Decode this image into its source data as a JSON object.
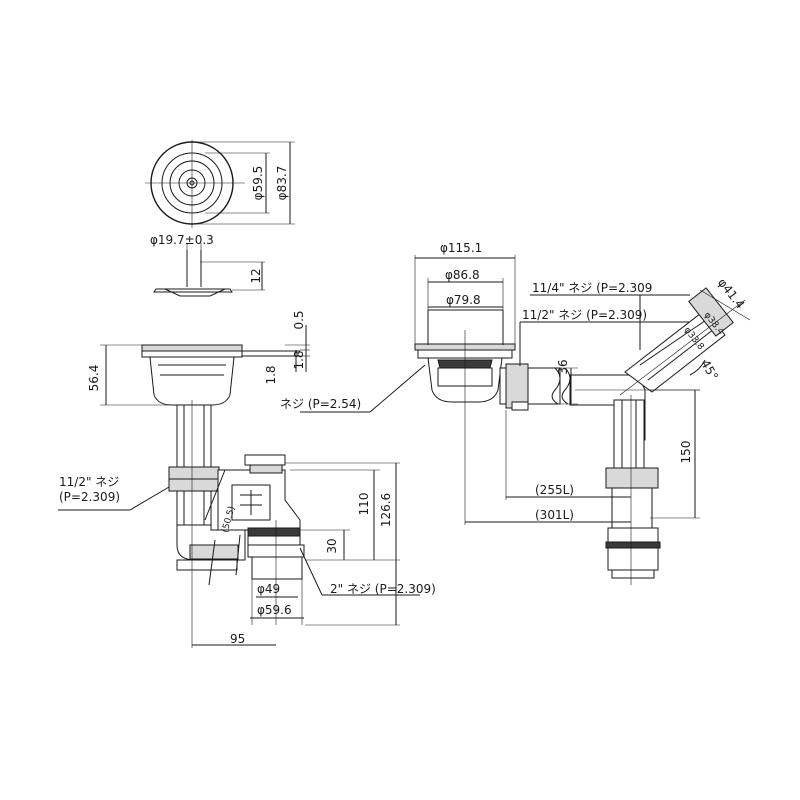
{
  "dimensions": {
    "phi_59_5": "φ59.5",
    "phi_83_7": "φ83.7",
    "phi_19_7": "φ19.7±0.3",
    "d_12": "12",
    "d_0_5": "0.5",
    "d_1_8a": "1.8",
    "d_1_8b": "1.8",
    "d_56_4": "56.4",
    "d_110": "110",
    "d_126_6": "126.6",
    "d_30": "30",
    "d_50_5": "(50.5)",
    "phi_49": "φ49",
    "phi_59_6": "φ59.6",
    "d_95": "95",
    "phi_115_1": "φ115.1",
    "phi_86_8": "φ86.8",
    "phi_79_8": "φ79.8",
    "phi_41_4": "φ41.4",
    "phi_38_4": "φ38.4",
    "phi_33_8": "φ33.8",
    "d_36": "36",
    "d_45": "45°",
    "d_150": "150",
    "d_255l": "(255L)",
    "d_301l": "(301L)"
  },
  "notes": {
    "thread_left": "11/2\" ネジ",
    "thread_left_pitch": "(P=2.309)",
    "thread_2in": "2\" ネジ (P=2.309)",
    "thread_254": "ネジ (P=2.54)",
    "thread_114": "11/4\" ネジ (P=2.309",
    "thread_112": "11/2\" ネジ (P=2.309)"
  }
}
